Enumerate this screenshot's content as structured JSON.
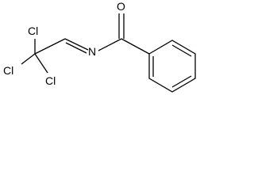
{
  "diagram": {
    "atoms": {
      "oxygen": "O",
      "nitrogen": "N",
      "chlorine_top": "Cl",
      "chlorine_left": "Cl",
      "chlorine_right": "Cl"
    },
    "colors": {
      "bond": "#000000",
      "label": "#000000",
      "background": "#ffffff"
    }
  }
}
